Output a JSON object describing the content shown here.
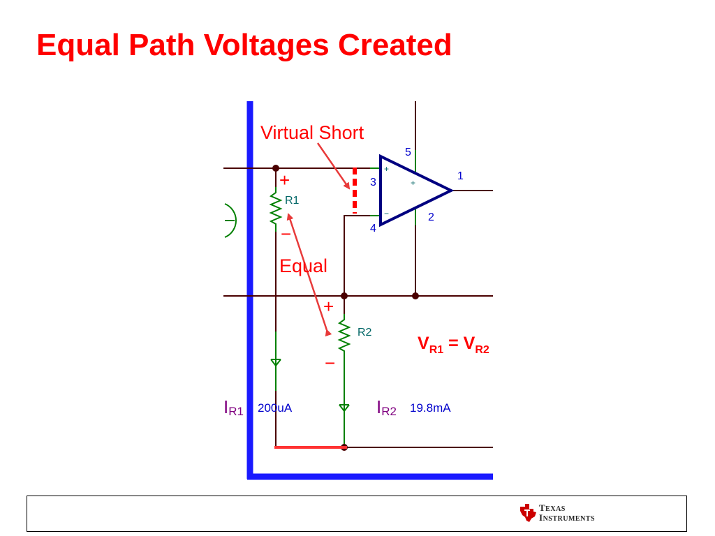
{
  "slide": {
    "title": "Equal Path Voltages Created"
  },
  "diagram": {
    "annotations": {
      "virtual_short": "Virtual Short",
      "equal": "Equal"
    },
    "pins": {
      "p1": "1",
      "p2": "2",
      "p3": "3",
      "p4": "4",
      "p5": "5",
      "opamp_plus": "+",
      "opamp_minus": "−"
    },
    "components": {
      "r1_label": "R1",
      "r2_label": "R2"
    },
    "polarity": {
      "r1_plus": "+",
      "r1_minus": "−",
      "r2_plus": "+",
      "r2_minus": "−"
    },
    "currents": {
      "ir1_main": "I",
      "ir1_sub": "R1",
      "ir1_value": "200uA",
      "ir2_main": "I",
      "ir2_sub": "R2",
      "ir2_value": "19.8mA"
    },
    "equation": {
      "v1": "V",
      "v1_sub": "R1",
      "eq": " = ",
      "v2": "V",
      "v2_sub": "R2"
    },
    "colors": {
      "title": "#ff0000",
      "wire": "#4a0000",
      "frame": "#1a1aff",
      "opamp": "#000080",
      "resistor": "#008000",
      "annotation": "#ff0000",
      "arrow": "#e83a3a",
      "current_label": "#800080",
      "value": "#0000cc",
      "label_teal": "#006666"
    }
  },
  "footer": {
    "logo_line1_cap": "T",
    "logo_line1_rest": "EXAS",
    "logo_line2_cap": "I",
    "logo_line2_rest": "NSTRUMENTS",
    "logo_icon": "ti-state-logo-icon"
  }
}
